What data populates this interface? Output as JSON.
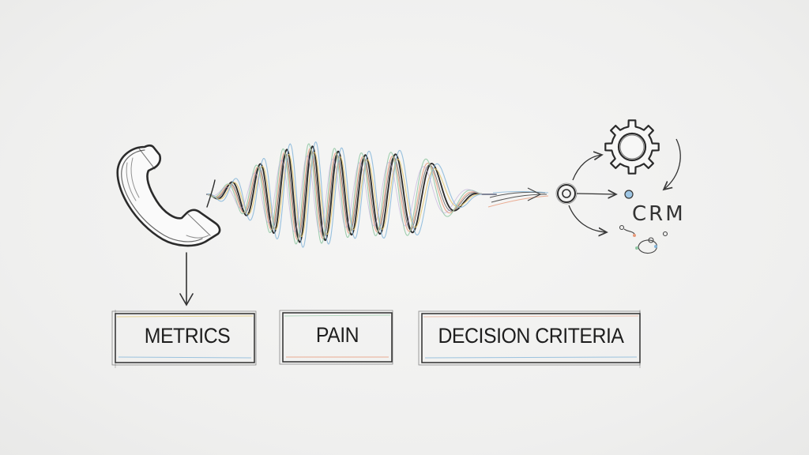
{
  "crm": {
    "label": "CRM"
  },
  "boxes": [
    {
      "label": "METRICS"
    },
    {
      "label": "PAIN"
    },
    {
      "label": "DECISION CRITERIA"
    }
  ],
  "colors": {
    "ink": "#2a2a2a",
    "wave_accents": [
      "#e79a7a",
      "#e2c46a",
      "#8fc7a2",
      "#86b6d9",
      "#b7a2d6"
    ]
  },
  "icons": [
    "telephone-handset-icon",
    "gear-icon",
    "arrow-down-icon",
    "curved-arrow-icon"
  ]
}
